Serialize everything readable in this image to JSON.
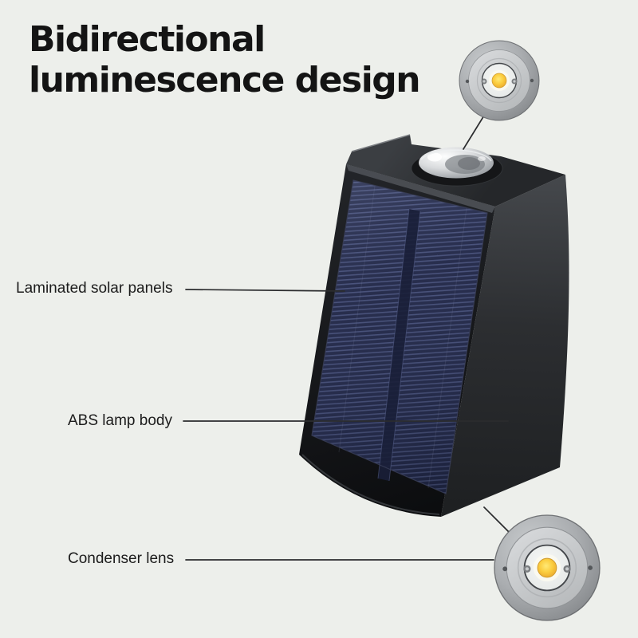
{
  "title": {
    "line1": "Bidirectional",
    "line2": "luminescence design"
  },
  "callouts": [
    {
      "id": "laminated-solar-panels",
      "label": "Laminated solar panels"
    },
    {
      "id": "abs-lamp-body",
      "label": "ABS lamp body"
    },
    {
      "id": "condenser-lens",
      "label": "Condenser lens"
    }
  ],
  "colors": {
    "background": "#edefeb",
    "title_color": "#141414",
    "text": "#1c1c1c",
    "line": "#2b2c2e",
    "panel_blue": "#252b49",
    "panel_stripe": "#4d5780",
    "body_dark": "#232527",
    "led_amber": "#f3bc31",
    "lens_gray": "#c9ccce"
  }
}
